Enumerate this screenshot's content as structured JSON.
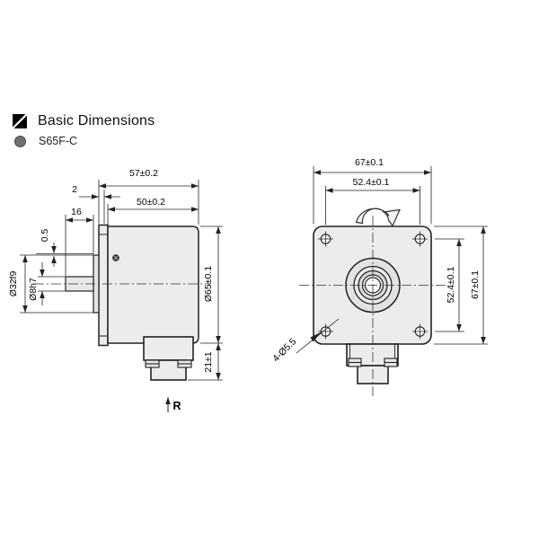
{
  "header": {
    "title": "Basic Dimensions",
    "model": "S65F-C"
  },
  "side_view": {
    "name": "encoder side view",
    "dims": {
      "total_depth": "57±0.2",
      "face_offset": "2",
      "shaft_length": "16",
      "body_depth": "50±0.2",
      "boss_step": "0.5",
      "boss_diameter": "Ø32f9",
      "shaft_diameter": "Ø8h7",
      "body_diameter": "Ø65±0.1",
      "connector_height": "21±1",
      "rotation_ref": "R"
    }
  },
  "front_view": {
    "name": "encoder front view",
    "dims": {
      "width_top": "67±0.1",
      "hole_pitch_top": "52.4±0.1",
      "hole_pitch_side": "52.4±0.1",
      "height_side": "67±0.1",
      "mounting_holes": "4-Ø5.5"
    }
  },
  "colors": {
    "line": "#222222",
    "metal_fill": "#ececec",
    "background": "#ffffff"
  }
}
